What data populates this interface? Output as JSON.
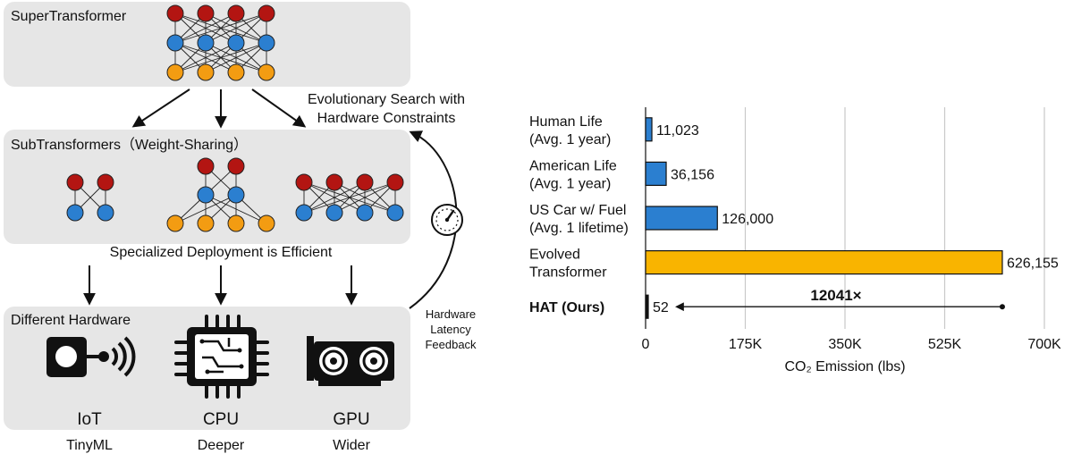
{
  "diagram": {
    "supertransformer_label": "SuperTransformer",
    "subtransformers_label": "SubTransformers（Weight-Sharing）",
    "evolutionary_search_line1": "Evolutionary Search with",
    "evolutionary_search_line2": "Hardware Constraints",
    "specialized_deployment": "Specialized Deployment is Efficient",
    "different_hardware_label": "Different Hardware",
    "feedback_line1": "Hardware",
    "feedback_line2": "Latency",
    "feedback_line3": "Feedback",
    "hardware": [
      {
        "name": "IoT",
        "sub": "TinyML"
      },
      {
        "name": "CPU",
        "sub": "Deeper"
      },
      {
        "name": "GPU",
        "sub": "Wider"
      }
    ],
    "colors": {
      "panel": "#e6e6e6",
      "node_top": "#b31512",
      "node_mid": "#2b7fd0",
      "node_bottom": "#f39c12"
    },
    "icons": [
      "iot-sensor-icon",
      "cpu-chip-icon",
      "gpu-card-icon",
      "speedometer-icon"
    ]
  },
  "chart_data": {
    "type": "bar",
    "orientation": "horizontal",
    "categories": [
      [
        "Human Life",
        "(Avg. 1 year)"
      ],
      [
        "American Life",
        "(Avg. 1 year)"
      ],
      [
        "US Car w/ Fuel",
        "(Avg. 1 lifetime)"
      ],
      [
        "Evolved",
        "Transformer"
      ],
      [
        "HAT (Ours)"
      ]
    ],
    "values": [
      11023,
      36156,
      126000,
      626155,
      52
    ],
    "value_labels": [
      "11,023",
      "36,156",
      "126,000",
      "626,155",
      "52"
    ],
    "bar_colors": [
      "#2b7fd0",
      "#2b7fd0",
      "#2b7fd0",
      "#f9b400",
      "#111111"
    ],
    "bold_categories": [
      4
    ],
    "xlabel": "CO₂ Emission (lbs)",
    "xlim": [
      0,
      700000
    ],
    "xticks": [
      0,
      175000,
      350000,
      525000,
      700000
    ],
    "xtick_labels": [
      "0",
      "175K",
      "350K",
      "525K",
      "700K"
    ],
    "grid": "vertical",
    "annotation": {
      "text": "12041×",
      "from": 52,
      "to": 626155
    }
  }
}
